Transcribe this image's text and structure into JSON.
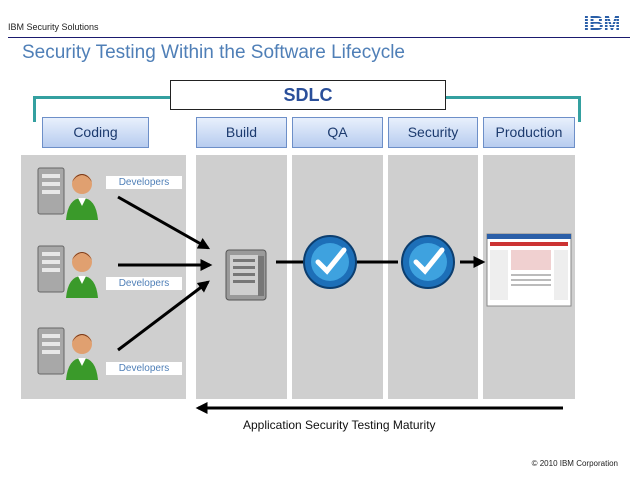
{
  "header": {
    "company": "IBM Security Solutions",
    "logo": "IBM"
  },
  "title": "Security Testing Within the Software Lifecycle",
  "sdlc_label": "SDLC",
  "phases": [
    "Coding",
    "Build",
    "QA",
    "Security",
    "Production"
  ],
  "developers": [
    "Developers",
    "Developers",
    "Developers"
  ],
  "maturity_label": "Application Security Testing Maturity",
  "copyright": "© 2010 IBM Corporation",
  "colors": {
    "title": "#4f7fb7",
    "bracket": "#34a0a0",
    "sdlc": "#2a4f9a",
    "column": "#cfcfcf"
  }
}
